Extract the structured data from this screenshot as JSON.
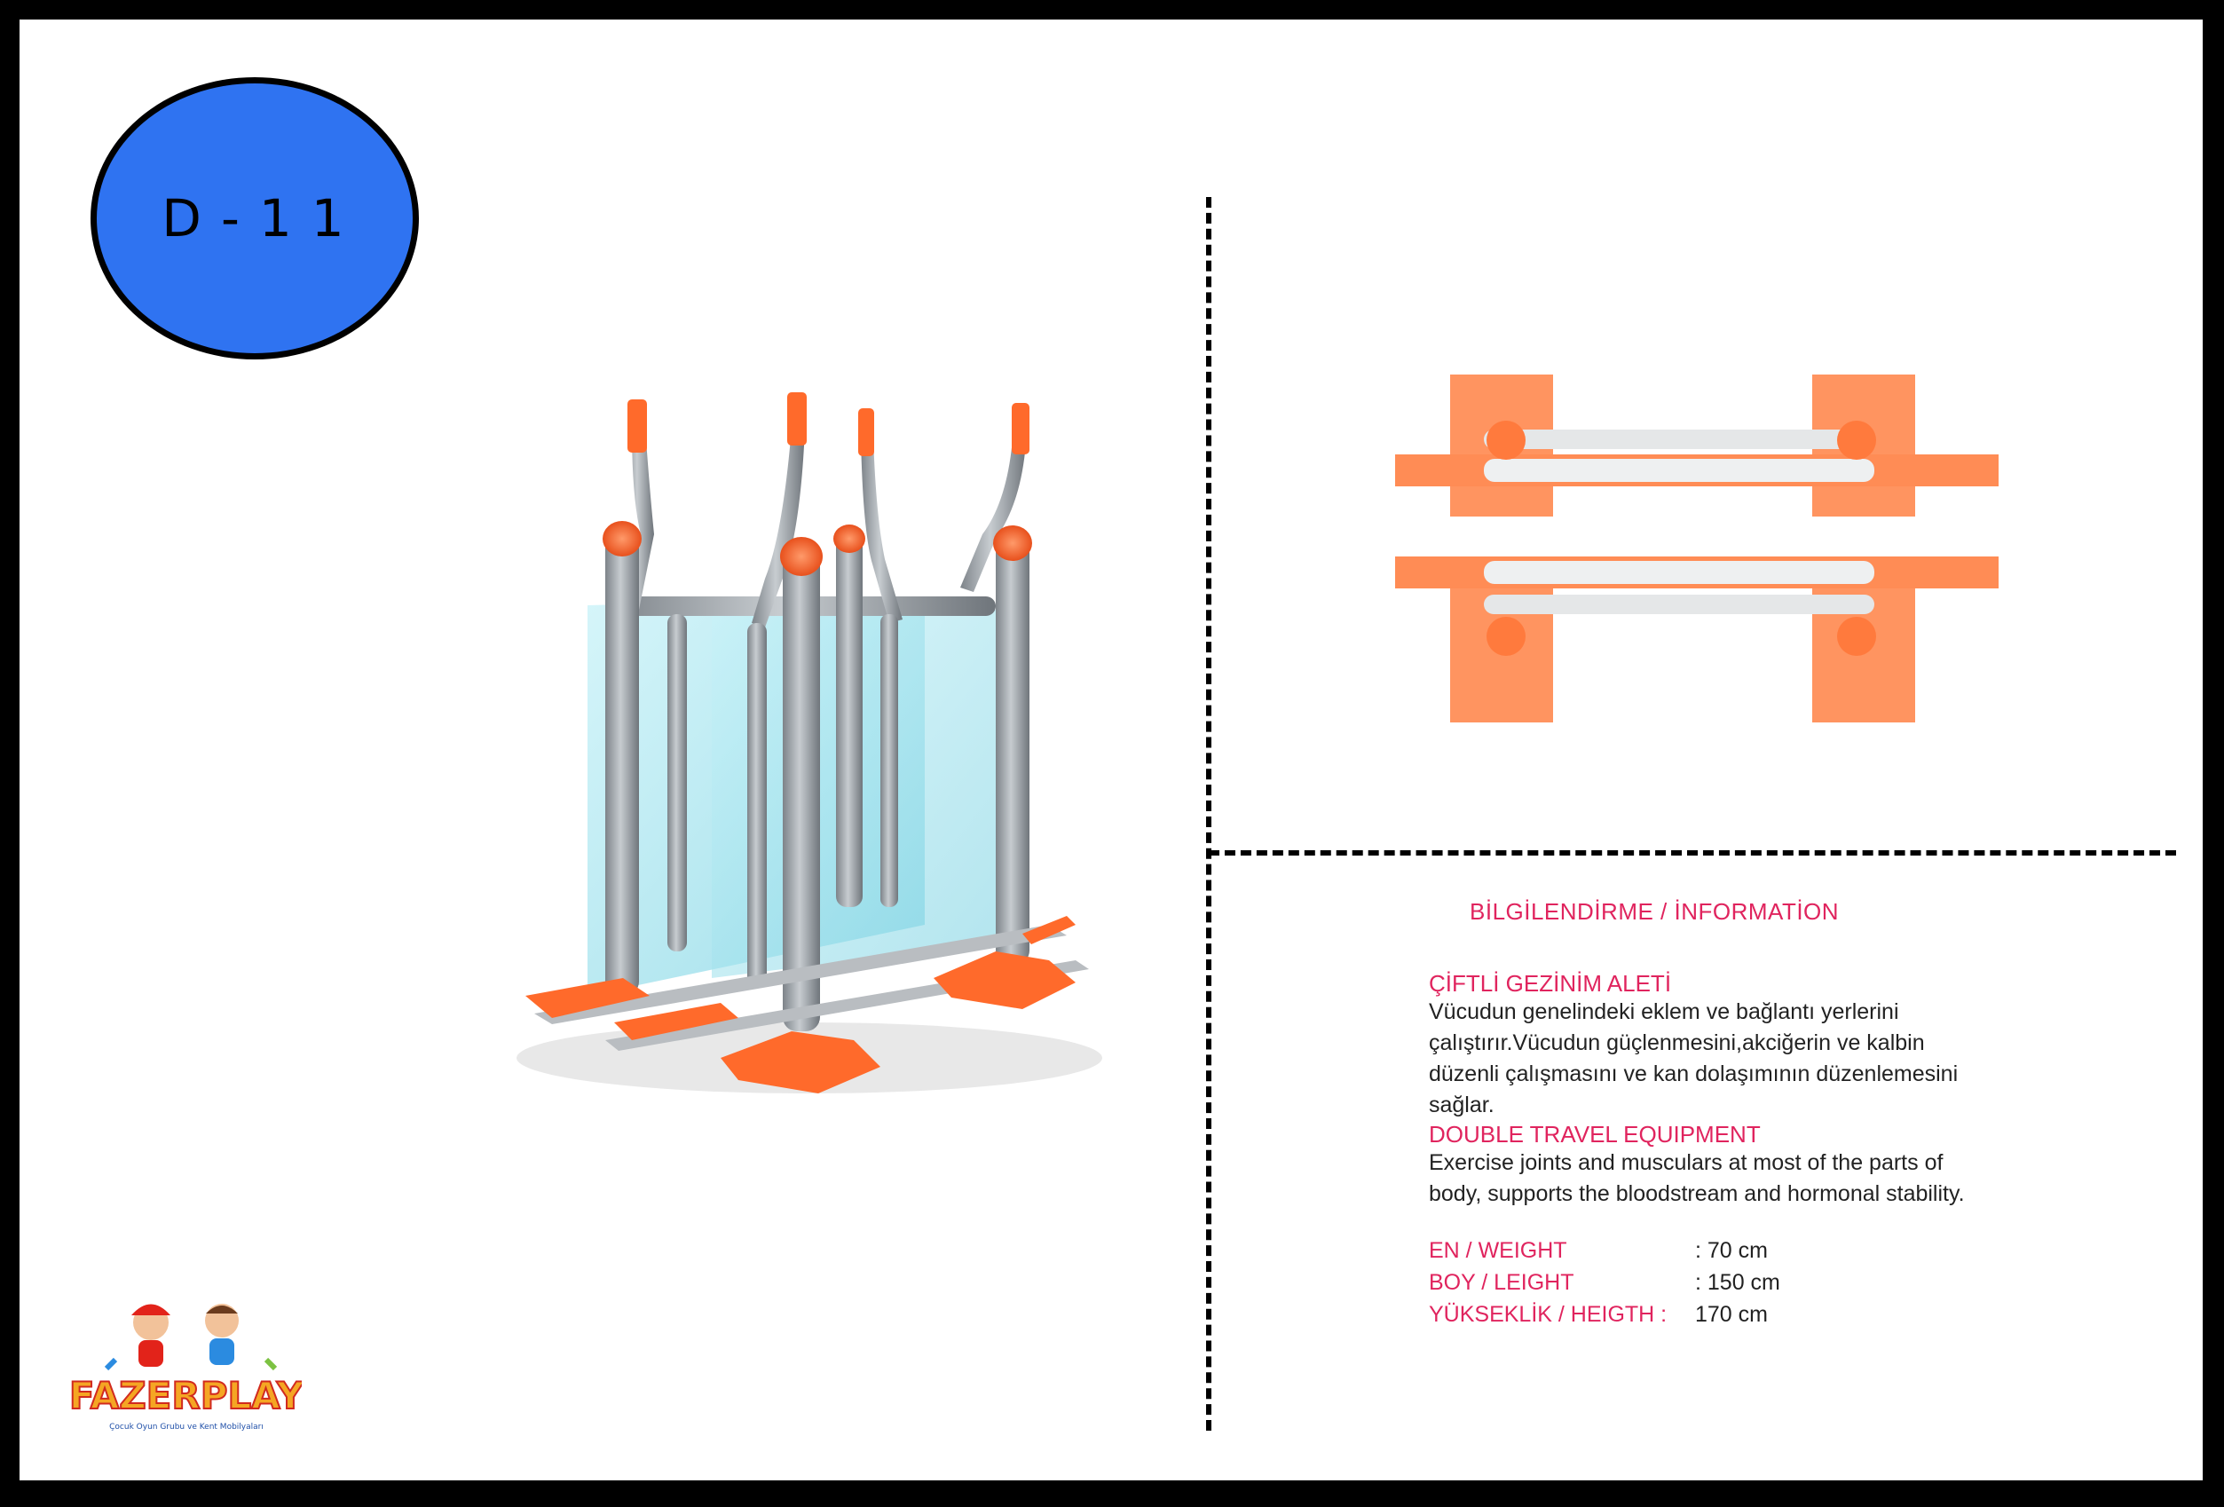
{
  "badge": {
    "code": "D-11",
    "color": "#2f73f1"
  },
  "info": {
    "heading": "BİLGİLENDİRME / İNFORMATİON",
    "title_tr": "ÇİFTLİ GEZİNİM ALETİ",
    "desc_tr": "Vücudun genelindeki eklem ve bağlantı yerlerini çalıştırır.Vücudun güçlenmesini,akciğerin ve kalbin düzenli çalışmasını ve kan dolaşımının düzenlemesini sağlar.",
    "title_en": "DOUBLE TRAVEL EQUIPMENT",
    "desc_en": "Exercise joints and musculars at most of the parts of body, supports the bloodstream and hormonal stability."
  },
  "specs": [
    {
      "label": "EN / WEIGHT",
      "value": ": 70 cm"
    },
    {
      "label": "BOY / LEIGHT",
      "value": ": 150 cm"
    },
    {
      "label": "YÜKSEKLİK / HEIGTH :",
      "value": "170 cm"
    }
  ],
  "logo": {
    "brand": "FAZERPLAY",
    "tagline": "Çocuk Oyun Grubu ve Kent Mobilyaları"
  },
  "colors": {
    "accent": "#e0245e",
    "orange": "#ff6a2b",
    "steel": "#9aa0a6",
    "glass": "#9fe3ef"
  }
}
